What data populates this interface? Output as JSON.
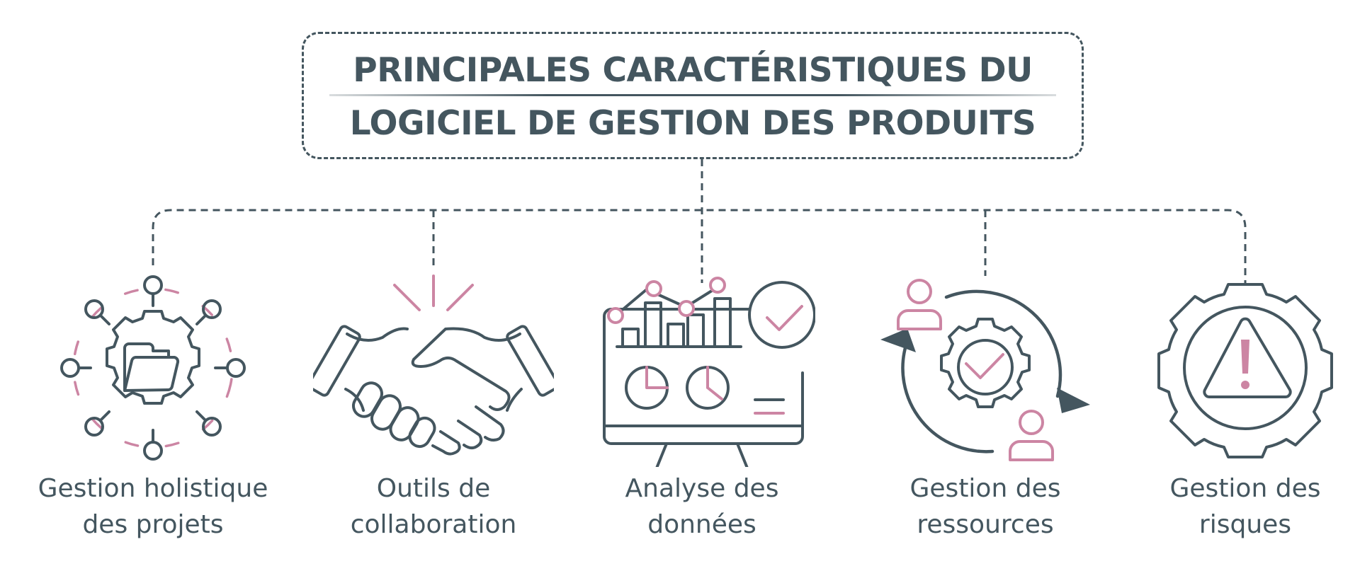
{
  "title": {
    "line1": "PRINCIPALES CARACTÉRISTIQUES DU",
    "line2": "LOGICIEL DE GESTION DES PRODUITS"
  },
  "colors": {
    "primary": "#44565f",
    "accent": "#cc85a3",
    "background": "#ffffff"
  },
  "features": [
    {
      "icon": "network-gear-folder-icon",
      "label_line1": "Gestion holistique",
      "label_line2": "des projets"
    },
    {
      "icon": "handshake-icon",
      "label_line1": "Outils de",
      "label_line2": "collaboration"
    },
    {
      "icon": "monitor-analytics-icon",
      "label_line1": "Analyse des",
      "label_line2": "données"
    },
    {
      "icon": "resource-cycle-gear-icon",
      "label_line1": "Gestion des",
      "label_line2": "ressources"
    },
    {
      "icon": "gear-warning-icon",
      "label_line1": "Gestion des",
      "label_line2": "risques"
    }
  ]
}
